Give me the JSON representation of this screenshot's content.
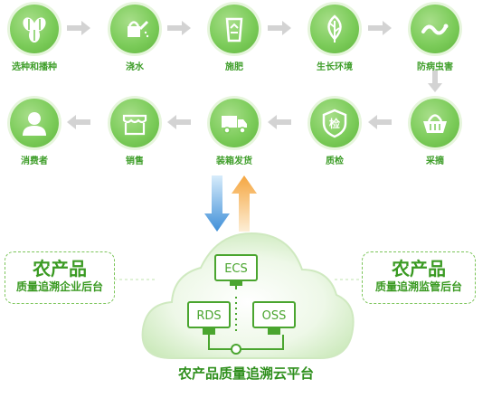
{
  "steps": [
    {
      "label": "选种和播种",
      "icon": "seed-icon"
    },
    {
      "label": "浇水",
      "icon": "watering-can-icon"
    },
    {
      "label": "施肥",
      "icon": "fertilizer-bag-icon"
    },
    {
      "label": "生长环境",
      "icon": "leaf-icon"
    },
    {
      "label": "防病虫害",
      "icon": "worm-icon"
    },
    {
      "label": "采摘",
      "icon": "basket-icon"
    },
    {
      "label": "质检",
      "icon": "inspection-shield-icon"
    },
    {
      "label": "装箱发货",
      "icon": "truck-icon"
    },
    {
      "label": "销售",
      "icon": "shop-icon"
    },
    {
      "label": "消费者",
      "icon": "user-icon"
    }
  ],
  "inspection_char": "检",
  "left_box": {
    "title": "农产品",
    "subtitle": "质量追溯企业后台"
  },
  "right_box": {
    "title": "农产品",
    "subtitle": "质量追溯监管后台"
  },
  "platform": {
    "label": "农产品质量追溯云平台",
    "nodes": [
      "ECS",
      "RDS",
      "OSS"
    ]
  },
  "colors": {
    "green": "#7ccc5a",
    "text_green": "#3f9e2a",
    "down_arrow": "#3f8fd8",
    "up_arrow": "#f5a640"
  }
}
